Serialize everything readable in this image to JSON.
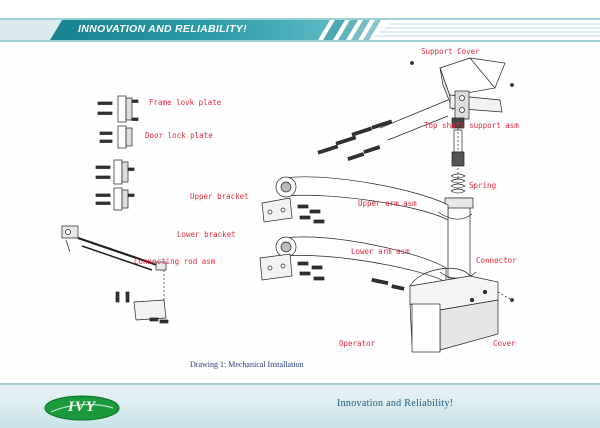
{
  "header": {
    "title": "INNOVATION AND RELIABILITY!"
  },
  "labels": {
    "support_cover": "Support Cover",
    "frame_lock_plate": "Frame lovk plate",
    "door_lock_plate": "Door lock plate",
    "top_shaft": "Top shaft support asm",
    "spring": "Spring",
    "upper_bracket": "Upper bracket",
    "upper_arm": "Upper arm asm",
    "lower_bracket": "Lower bracket",
    "lower_arm": "Lower arm asm",
    "connector": "Connector",
    "connecting_rod": "Connecting rod asm",
    "operator": "Operator",
    "cover": "Cover"
  },
  "caption": "Drawing 1: Mechanical Installation",
  "footer": {
    "logo": "IVY",
    "slogan": "Innovation and Reliability!"
  },
  "colors": {
    "teal": "#1f8f9a",
    "label_red": "#e8263c",
    "logo_green": "#1a9a3a"
  }
}
